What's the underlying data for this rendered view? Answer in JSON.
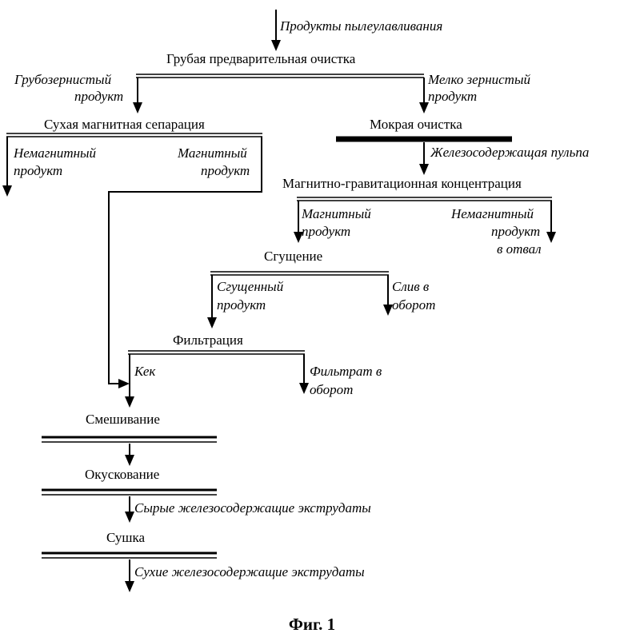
{
  "figure": {
    "caption": "Фиг. 1",
    "operations": {
      "coarse_cleaning": "Грубая предварительная очистка",
      "dry_magnetic": "Сухая магнитная сепарация",
      "wet_cleaning": "Мокрая очистка",
      "mag_grav": "Магнитно-гравитационная концентрация",
      "thickening": "Сгущение",
      "filtration": "Фильтрация",
      "mixing": "Смешивание",
      "pelletizing": "Окускование",
      "drying": "Сушка"
    },
    "flows": {
      "input": "Продукты пылеулавливания",
      "coarse_product": [
        "Грубозернистый",
        "продукт"
      ],
      "fine_product": [
        "Мелко зернистый",
        "продукт"
      ],
      "dry_nonmagnetic": [
        "Немагнитный",
        "продукт"
      ],
      "dry_magnetic": [
        "Магнитный",
        "продукт"
      ],
      "iron_pulp": "Железосодержащая пульпа",
      "wet_magnetic": [
        "Магнитный",
        "продукт"
      ],
      "wet_nonmagnetic": [
        "Немагнитный",
        "продукт",
        "в отвал"
      ],
      "thickened": [
        "Сгущенный",
        "продукт"
      ],
      "overflow": [
        "Слив в",
        "оборот"
      ],
      "cake": "Кек",
      "filtrate": [
        "Фильтрат в",
        "оборот"
      ],
      "raw_extrudates": "Сырые железосодержащие экструдаты",
      "dry_extrudates": "Сухие железосодержащие экструдаты"
    }
  }
}
